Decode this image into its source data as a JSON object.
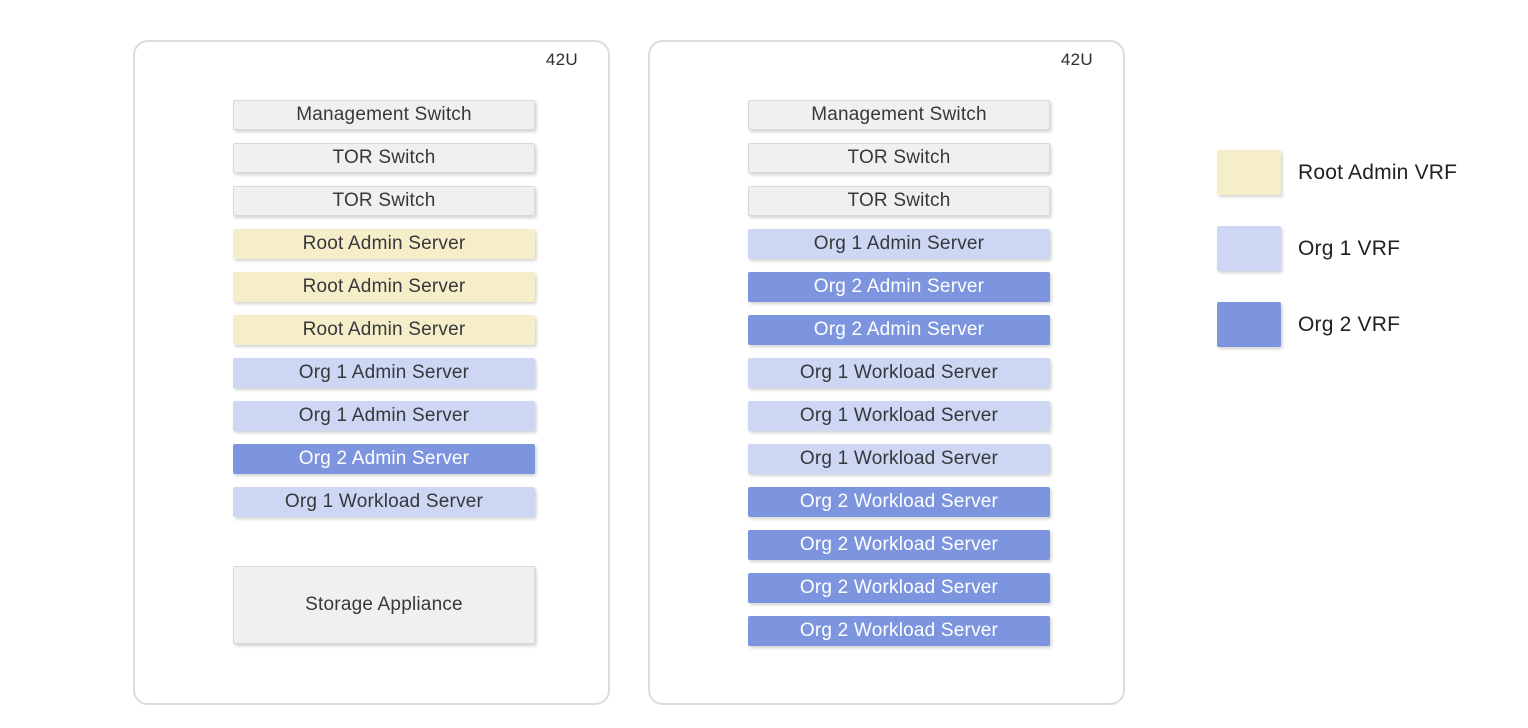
{
  "colors": {
    "root_admin": "#f6eec8",
    "org1": "#cdd7f3",
    "org2": "#7c95de",
    "unit_gray": "#f0f0f1",
    "red_line": "#ab1414",
    "gray_line": "#5f6368"
  },
  "racks": [
    {
      "name": "rack-1",
      "capacity_label": "42U",
      "units": [
        {
          "label": "Management Switch",
          "color": "gray",
          "role": "management"
        },
        {
          "label": "TOR Switch",
          "color": "gray",
          "role": "tor1"
        },
        {
          "label": "TOR Switch",
          "color": "gray",
          "role": "tor2"
        },
        {
          "label": "Root Admin Server",
          "color": "root_admin",
          "role": "server"
        },
        {
          "label": "Root Admin Server",
          "color": "root_admin",
          "role": "server"
        },
        {
          "label": "Root Admin Server",
          "color": "root_admin",
          "role": "server"
        },
        {
          "label": "Org 1 Admin Server",
          "color": "org1",
          "role": "server"
        },
        {
          "label": "Org 1 Admin Server",
          "color": "org1",
          "role": "server"
        },
        {
          "label": "Org 2 Admin Server",
          "color": "org2",
          "role": "server"
        },
        {
          "label": "Org 1 Workload Server",
          "color": "org1",
          "role": "server"
        },
        {
          "label": "Storage Appliance",
          "color": "gray",
          "role": "terminal",
          "size": "tall"
        }
      ]
    },
    {
      "name": "rack-2",
      "capacity_label": "42U",
      "units": [
        {
          "label": "Management Switch",
          "color": "gray",
          "role": "management"
        },
        {
          "label": "TOR Switch",
          "color": "gray",
          "role": "tor1"
        },
        {
          "label": "TOR Switch",
          "color": "gray",
          "role": "tor2"
        },
        {
          "label": "Org 1 Admin Server",
          "color": "org1",
          "role": "server"
        },
        {
          "label": "Org 2 Admin Server",
          "color": "org2",
          "role": "server"
        },
        {
          "label": "Org 2 Admin Server",
          "color": "org2",
          "role": "server"
        },
        {
          "label": "Org 1 Workload Server",
          "color": "org1",
          "role": "server"
        },
        {
          "label": "Org 1 Workload Server",
          "color": "org1",
          "role": "server"
        },
        {
          "label": "Org 1 Workload Server",
          "color": "org1",
          "role": "server"
        },
        {
          "label": "Org 2 Workload Server",
          "color": "org2",
          "role": "server"
        },
        {
          "label": "Org 2 Workload Server",
          "color": "org2",
          "role": "server"
        },
        {
          "label": "Org 2 Workload Server",
          "color": "org2",
          "role": "server"
        },
        {
          "label": "Org 2 Workload Server",
          "color": "org2",
          "role": "terminal"
        }
      ]
    }
  ],
  "legend": {
    "items": [
      {
        "label": "Root Admin VRF",
        "color": "root_admin"
      },
      {
        "label": "Org 1 VRF",
        "color": "org1"
      },
      {
        "label": "Org 2 VRF",
        "color": "org2"
      }
    ]
  }
}
